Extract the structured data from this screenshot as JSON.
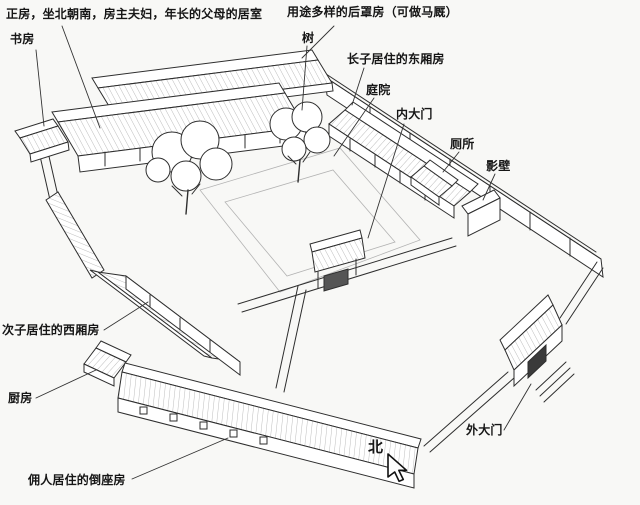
{
  "palette": {
    "background": "#f8f8f6",
    "ink": "#2e2e2e",
    "hatch": "#9a9a9a",
    "door_fill": "#3a3a3a"
  },
  "labels": {
    "main_house": "正房，坐北朝南，房主夫妇，年长的父母的居室",
    "study": "书房",
    "rear_building": "用途多样的后罩房（可做马厩）",
    "tree": "树",
    "east_wing": "长子居住的东厢房",
    "courtyard": "庭院",
    "inner_gate": "内大门",
    "toilet": "厕所",
    "screen_wall": "影壁",
    "west_wing": "次子居住的西厢房",
    "kitchen": "厨房",
    "front_building": "佣人居住的倒座房",
    "outer_gate": "外大门",
    "north": "北"
  }
}
